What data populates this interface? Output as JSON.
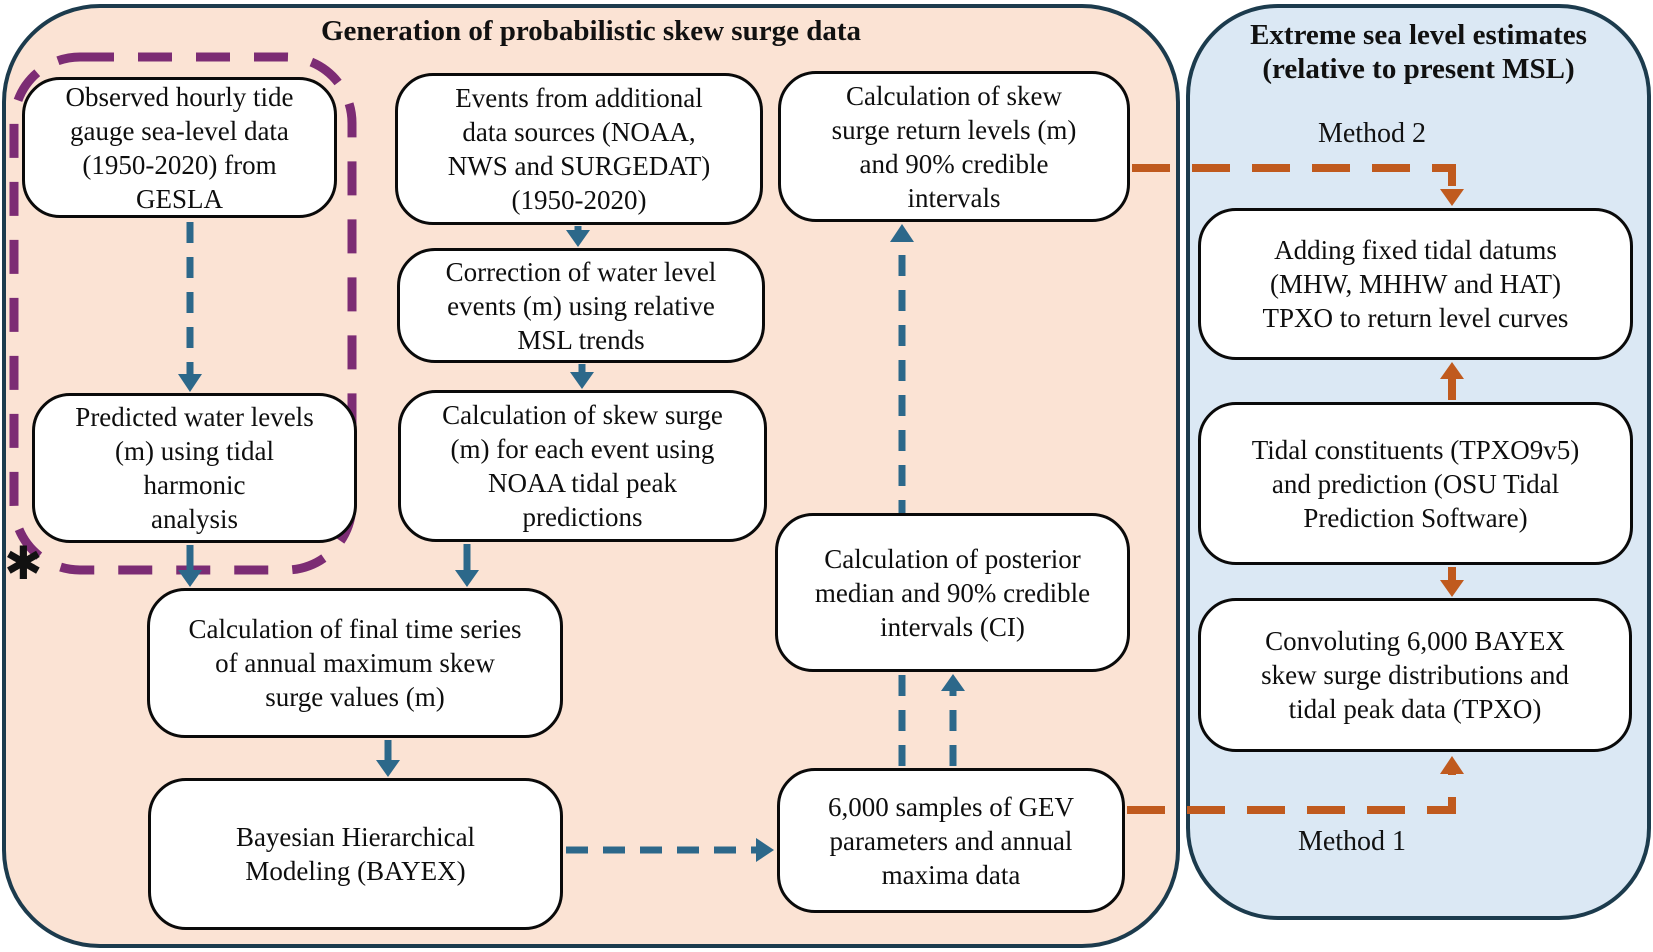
{
  "panels": {
    "left": {
      "title": "Generation of probabilistic skew surge data"
    },
    "right": {
      "title": "Extreme sea level estimates\n(relative to present MSL)"
    }
  },
  "nodes": {
    "observed": "Observed hourly tide\ngauge sea-level data\n(1950-2020) from\nGESLA",
    "predicted": "Predicted water levels\n(m) using tidal\nharmonic\nanalysis",
    "final": "Calculation of final time series\nof annual maximum skew\nsurge values (m)",
    "bayex": "Bayesian Hierarchical\nModeling (BAYEX)",
    "events": "Events from additional\ndata sources (NOAA,\nNWS and SURGEDAT)\n(1950-2020)",
    "correction": "Correction of water level\nevents (m) using relative\nMSL trends",
    "skewevent": "Calculation of skew surge\n(m) for each event using\nNOAA tidal peak\npredictions",
    "returnlev": "Calculation of skew\nsurge return levels (m)\nand 90% credible\nintervals",
    "posterior": "Calculation of posterior\nmedian and 90% credible\nintervals (CI)",
    "gev": "6,000 samples of GEV\nparameters and annual\nmaxima data",
    "datums": "Adding fixed tidal datums\n(MHW, MHHW and HAT)\nTPXO to return level curves",
    "constit": "Tidal constituents (TPXO9v5)\nand prediction (OSU Tidal\nPrediction Software)",
    "convolute": "Convoluting 6,000 BAYEX\nskew surge distributions and\ntidal peak data (TPXO)"
  },
  "labels": {
    "method1": "Method 1",
    "method2": "Method 2",
    "asterisk": "✱"
  },
  "colors": {
    "left_panel_bg": "#fbe3d4",
    "right_panel_bg": "#dbe8f4",
    "panel_border": "#1c3b4d",
    "box_border": "#0a0a0a",
    "blue_arrow": "#2c688a",
    "orange_arrow": "#c05a1e",
    "purple_dash": "#7c2c74",
    "text": "#111111"
  },
  "edges": [
    {
      "id": "observed-to-predicted",
      "from": "observed",
      "to": "predicted",
      "style": "dashed",
      "color": "blue"
    },
    {
      "id": "predicted-to-final",
      "from": "predicted",
      "to": "final",
      "style": "solid",
      "color": "blue"
    },
    {
      "id": "events-to-correction",
      "from": "events",
      "to": "correction",
      "style": "solid",
      "color": "blue"
    },
    {
      "id": "correction-to-skewevent",
      "from": "correction",
      "to": "skewevent",
      "style": "solid",
      "color": "blue"
    },
    {
      "id": "skewevent-to-final",
      "from": "skewevent",
      "to": "final",
      "style": "solid",
      "color": "blue"
    },
    {
      "id": "final-to-bayex",
      "from": "final",
      "to": "bayex",
      "style": "solid",
      "color": "blue"
    },
    {
      "id": "bayex-to-gev",
      "from": "bayex",
      "to": "gev",
      "style": "dashed",
      "color": "blue"
    },
    {
      "id": "gev-to-posterior",
      "from": "gev",
      "to": "posterior",
      "style": "dashed",
      "color": "blue"
    },
    {
      "id": "gev-to-returnlev",
      "from": "gev",
      "to": "returnlev",
      "style": "dashed",
      "color": "blue"
    },
    {
      "id": "returnlev-to-datums",
      "from": "returnlev",
      "to": "datums",
      "style": "dashed",
      "color": "orange"
    },
    {
      "id": "constit-to-datums",
      "from": "constit",
      "to": "datums",
      "style": "solid",
      "color": "orange"
    },
    {
      "id": "constit-to-convolute",
      "from": "constit",
      "to": "convolute",
      "style": "solid",
      "color": "orange"
    },
    {
      "id": "gev-to-convolute",
      "from": "gev",
      "to": "convolute",
      "style": "dashed",
      "color": "orange"
    }
  ]
}
